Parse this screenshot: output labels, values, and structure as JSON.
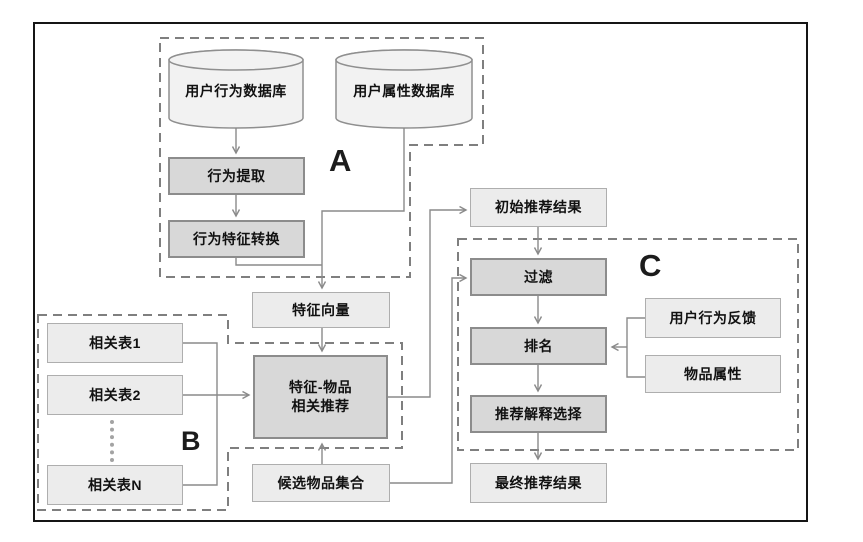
{
  "groups": {
    "a_label": "A",
    "b_label": "B",
    "c_label": "C"
  },
  "nodes": {
    "user_behavior_db": "用户行为数据库",
    "user_attribute_db": "用户属性数据库",
    "behavior_extraction": "行为提取",
    "behavior_feature_conversion": "行为特征转换",
    "feature_vector": "特征向量",
    "feature_item_recommendation": "特征-物品\n相关推荐",
    "related_table_1": "相关表1",
    "related_table_2": "相关表2",
    "related_table_n": "相关表N",
    "candidate_item_set": "候选物品集合",
    "initial_results": "初始推荐结果",
    "filter": "过滤",
    "ranking": "排名",
    "user_behavior_feedback": "用户行为反馈",
    "item_attributes": "物品属性",
    "explanation_selection": "推荐解释选择",
    "final_results": "最终推荐结果"
  },
  "colors": {
    "process_fill": "#d8d8d8",
    "process_border": "#8c8c8c",
    "data_fill": "#ececec",
    "data_border": "#aeaeae",
    "connector": "#8a8a8a",
    "dashed_group": "#7f7f7f",
    "cylinder_fill": "#f2f2f2",
    "frame": "#151515"
  }
}
